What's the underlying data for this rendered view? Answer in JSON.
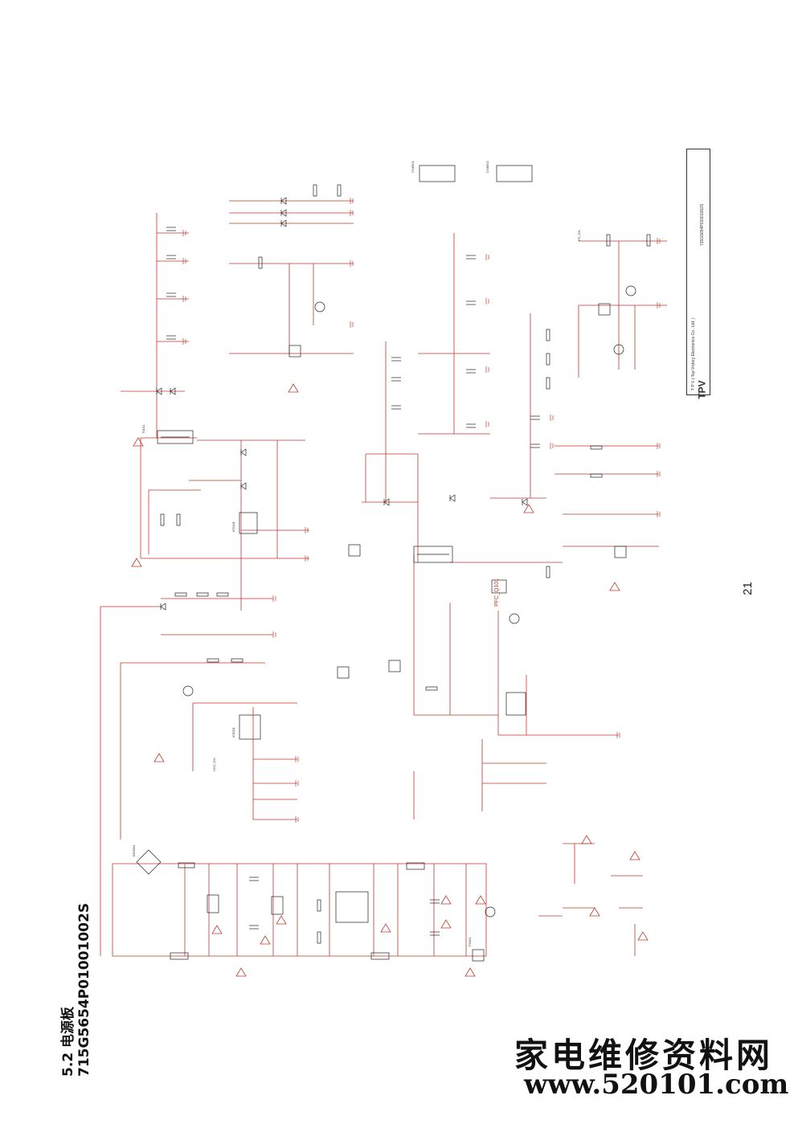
{
  "title": {
    "section": "5.2 电源板",
    "part_number": "715G5654P01001002S"
  },
  "page_number": "21",
  "watermark": {
    "site_name_cn": "家电维修资料网",
    "url": "www.520101.com"
  },
  "title_block": {
    "company": "T P V ( Top Victory Electronics Co., Ltd. )",
    "logo": "TPV",
    "model": "715G5654P01001002S"
  },
  "colors": {
    "wire": "#c0392b",
    "component": "#222222",
    "warning": "#c0392b",
    "background": "#ffffff"
  },
  "labels": [
    {
      "id": "pfc",
      "text": "PFC_Q101"
    },
    {
      "id": "vcc_on",
      "text": "VCC_ON"
    },
    {
      "id": "ps_on",
      "text": "PS_ON"
    },
    {
      "id": "conn1",
      "text": "CN8501"
    },
    {
      "id": "conn2",
      "text": "CN8502"
    },
    {
      "id": "fuse",
      "text": "F9001"
    },
    {
      "id": "bridge",
      "text": "BD9001"
    },
    {
      "id": "xfmr",
      "text": "T9101"
    },
    {
      "id": "ic_pfc",
      "text": "IC9001"
    },
    {
      "id": "ic_pwm",
      "text": "IC9101"
    }
  ]
}
